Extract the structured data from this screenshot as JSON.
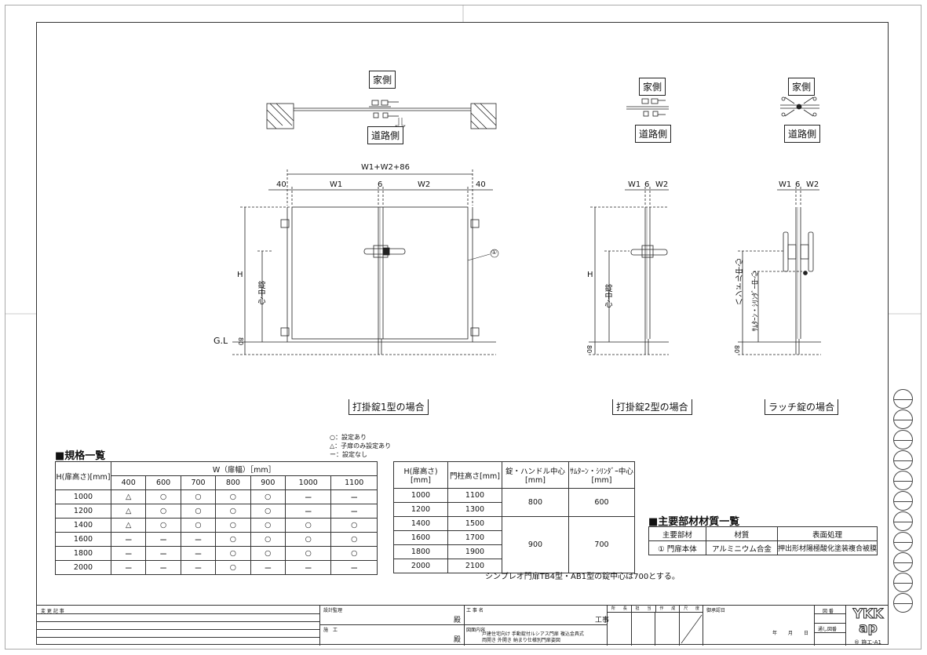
{
  "drawing": {
    "top_views": [
      {
        "house_side": "家側",
        "road_side": "道路側"
      },
      {
        "house_side": "家側",
        "road_side": "道路側"
      },
      {
        "house_side": "家側",
        "road_side": "道路側"
      }
    ],
    "front_view_1": {
      "overall_width": "W1+W2+86",
      "left_margin": "40",
      "w1": "W1",
      "gap": "6",
      "w2": "W2",
      "right_margin": "40",
      "height": "H",
      "lock_center": "錠中心",
      "ground_line": "G.L",
      "below_ground": "80",
      "callout": "①",
      "caption": "打掛錠1型の場合"
    },
    "front_view_2": {
      "w1": "W1",
      "gap": "6",
      "w2": "W2",
      "height": "H",
      "lock_center": "錠中心",
      "below_ground": "80",
      "caption": "打掛錠2型の場合"
    },
    "front_view_3": {
      "w1": "W1",
      "gap": "6",
      "w2": "W2",
      "handle_center": "ハンドル中心",
      "thumbturn_center": "ｻﾑﾀｰﾝ・ｼﾘﾝﾀﾞｰ中心",
      "below_ground": "80",
      "caption": "ラッチ錠の場合"
    }
  },
  "spec_table": {
    "title": "■規格一覧",
    "legend": [
      "○：設定あり",
      "△：子扉のみ設定あり",
      "ー：設定なし"
    ],
    "row_header": "H(扉高さ)[mm]",
    "col_group_header": "W（扉幅）［mm］",
    "columns": [
      "400",
      "600",
      "700",
      "800",
      "900",
      "1000",
      "1100"
    ],
    "rows": [
      {
        "h": "1000",
        "cells": [
          "△",
          "○",
          "○",
          "○",
          "○",
          "ー",
          "ー"
        ]
      },
      {
        "h": "1200",
        "cells": [
          "△",
          "○",
          "○",
          "○",
          "○",
          "ー",
          "ー"
        ]
      },
      {
        "h": "1400",
        "cells": [
          "△",
          "○",
          "○",
          "○",
          "○",
          "○",
          "○"
        ]
      },
      {
        "h": "1600",
        "cells": [
          "ー",
          "ー",
          "ー",
          "○",
          "○",
          "○",
          "○"
        ]
      },
      {
        "h": "1800",
        "cells": [
          "ー",
          "ー",
          "ー",
          "○",
          "○",
          "○",
          "○"
        ]
      },
      {
        "h": "2000",
        "cells": [
          "ー",
          "ー",
          "ー",
          "○",
          "ー",
          "ー",
          "ー"
        ]
      }
    ]
  },
  "height_table": {
    "headers": [
      "H(扉高さ)[mm]",
      "門柱高さ[mm]",
      "錠・ハンドル中心",
      "ｻﾑﾀｰﾝ・ｼﾘﾝﾀﾞｰ中心"
    ],
    "unit": "[mm]",
    "rows": [
      {
        "h": "1000",
        "post": "1100"
      },
      {
        "h": "1200",
        "post": "1300"
      },
      {
        "h": "1400",
        "post": "1500"
      },
      {
        "h": "1600",
        "post": "1700"
      },
      {
        "h": "1800",
        "post": "1900"
      },
      {
        "h": "2000",
        "post": "2100"
      }
    ],
    "groups": [
      {
        "handle": "800",
        "thumbturn": "600"
      },
      {
        "handle": "900",
        "thumbturn": "700"
      }
    ],
    "note": "シンプレオ門扉TB4型・AB1型の錠中心は700とする。"
  },
  "materials": {
    "title": "■主要部材材質一覧",
    "headers": [
      "主要部材",
      "材質",
      "表面処理"
    ],
    "rows": [
      {
        "part": "① 門扉本体",
        "material": "アルミニウム合金",
        "finish": "押出形材陽極酸化塗装複合被膜"
      }
    ]
  },
  "title_block": {
    "change_log": "変 更 記 事",
    "design_supervisor": "設計監理",
    "construction": "施　工",
    "honorific1": "殿",
    "honorific2": "殿",
    "project_label": "工 事 名",
    "project_suffix": "工事",
    "drawing_content_label": "図面内容",
    "drawing_content_line1": "戸建住宅向け 手動錠付ルシアス門扉 複込金具式",
    "drawing_content_line2": "両開き 外開き 納まり仕様別門扉姿図",
    "stamps": [
      "所",
      "長",
      "担",
      "当",
      "作",
      "成",
      "尺",
      "度"
    ],
    "approved_date": "御承認日",
    "year": "年",
    "month": "月",
    "day": "日",
    "drawing_number": "図 番",
    "serial_number": "通し図番",
    "brand": "YKK ap",
    "sheet_code": "® 施エ-A1"
  }
}
